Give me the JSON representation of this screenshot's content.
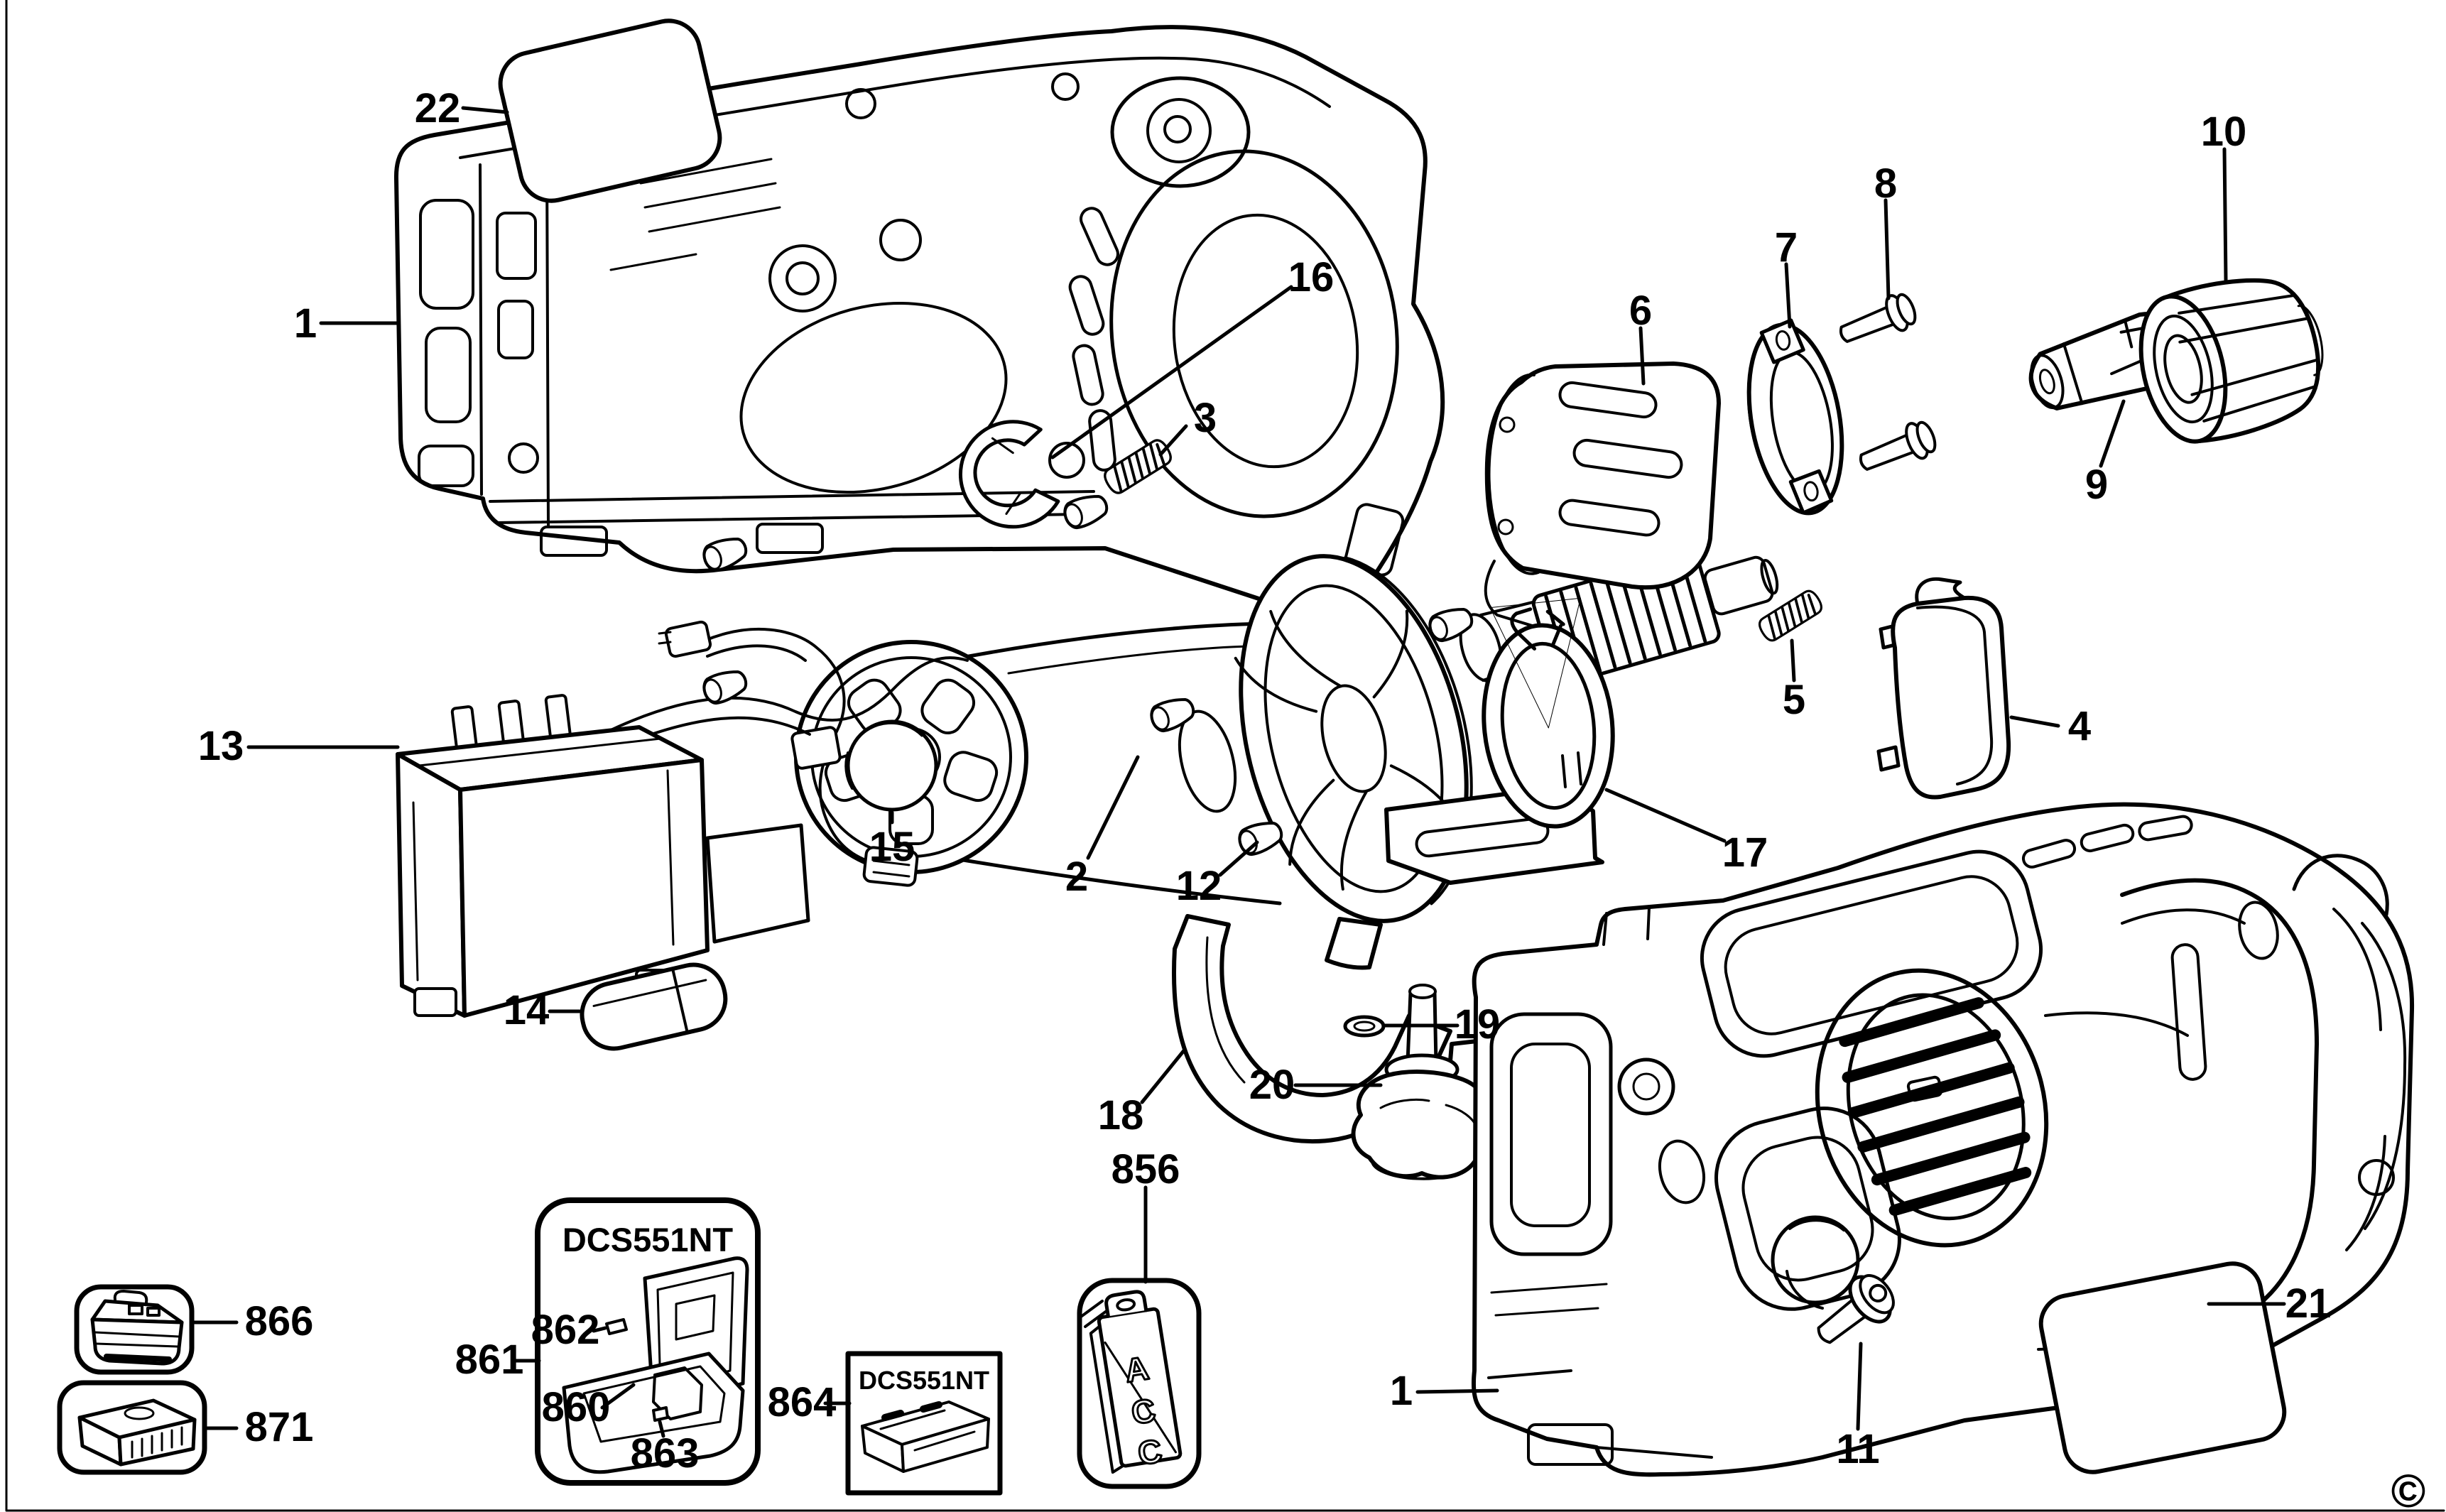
{
  "diagram": {
    "product_code": "DCS551NT",
    "background_color": "#ffffff",
    "line_color": "#000000",
    "copyright_symbol": "©",
    "callouts": [
      {
        "label": "22",
        "part": "warning-label-sticker"
      },
      {
        "label": "1",
        "part": "housing-half-upper"
      },
      {
        "label": "16",
        "part": "retaining-clip"
      },
      {
        "label": "3",
        "part": "spring"
      },
      {
        "label": "6",
        "part": "motor-mount"
      },
      {
        "label": "7",
        "part": "adapter-plate"
      },
      {
        "label": "8",
        "part": "screw"
      },
      {
        "label": "10",
        "part": "collet-nut"
      },
      {
        "label": "9",
        "part": "collet"
      },
      {
        "label": "5",
        "part": "spring"
      },
      {
        "label": "4",
        "part": "lock-lever"
      },
      {
        "label": "17",
        "part": "depth-guide-bracket"
      },
      {
        "label": "2",
        "part": "motor"
      },
      {
        "label": "15",
        "part": "cap"
      },
      {
        "label": "12",
        "part": "pin"
      },
      {
        "label": "13",
        "part": "switch-assembly"
      },
      {
        "label": "14",
        "part": "lock-button"
      },
      {
        "label": "18",
        "part": "depth-guide-clamp"
      },
      {
        "label": "19",
        "part": "o-ring"
      },
      {
        "label": "20",
        "part": "thumb-knob"
      },
      {
        "label": "1",
        "part": "housing-half-lower"
      },
      {
        "label": "11",
        "part": "screw"
      },
      {
        "label": "21",
        "part": "nameplate-label"
      },
      {
        "label": "866",
        "part": "battery-pack"
      },
      {
        "label": "871",
        "part": "charger"
      },
      {
        "label": "861",
        "part": "kit-box"
      },
      {
        "label": "862",
        "part": "kit-box-latch"
      },
      {
        "label": "860",
        "part": "kit-box-base"
      },
      {
        "label": "863",
        "part": "kit-box-clip"
      },
      {
        "label": "864",
        "part": "bare-tool-pack"
      },
      {
        "label": "856",
        "part": "accessory-pack"
      }
    ],
    "boxes": {
      "kit_case": {
        "title": "DCS551NT"
      },
      "bare_tool": {
        "title": "DCS551NT"
      },
      "accessory": {
        "letters": [
          "A",
          "C",
          "C"
        ]
      }
    }
  }
}
